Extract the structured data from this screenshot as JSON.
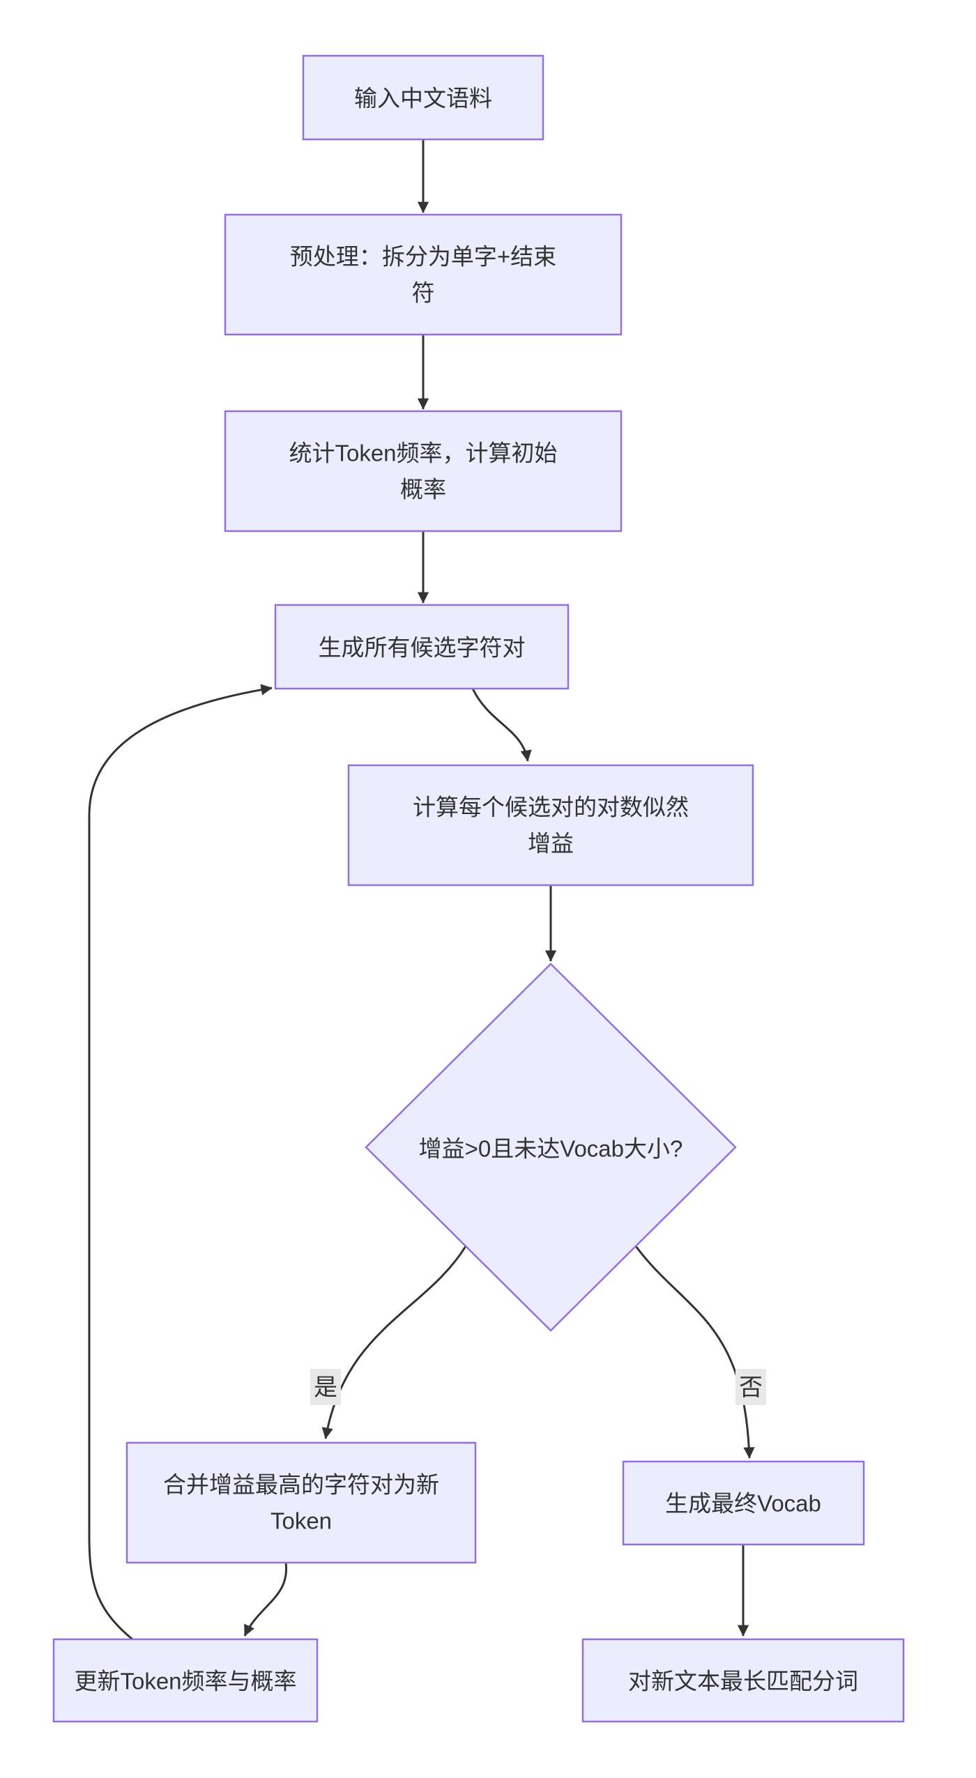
{
  "diagram": {
    "type": "flowchart-top-down",
    "background_color": "#ffffff",
    "node_fill_color": "#ECECFF",
    "node_border_color": "#9370DB",
    "edge_color": "#333333",
    "text_color": "#333333",
    "edge_label_background_color": "#e8e8e8"
  },
  "nodes": {
    "input": {
      "lines": [
        "输入中文语料"
      ]
    },
    "preprocess": {
      "lines": [
        "预处理：拆分为单字+结束",
        "符"
      ]
    },
    "count_freq": {
      "lines": [
        "统计Token频率，计算初始",
        "概率"
      ]
    },
    "generate_pairs": {
      "lines": [
        "生成所有候选字符对"
      ]
    },
    "compute_gain": {
      "lines": [
        "计算每个候选对的对数似然",
        "增益"
      ]
    },
    "decision": {
      "lines": [
        "增益>0且未达Vocab大小?"
      ]
    },
    "merge_token": {
      "lines": [
        "合并增益最高的字符对为新",
        "Token"
      ]
    },
    "final_vocab": {
      "lines": [
        "生成最终Vocab"
      ]
    },
    "update_freq": {
      "lines": [
        "更新Token频率与概率"
      ]
    },
    "segment_text": {
      "lines": [
        "对新文本最长匹配分词"
      ]
    }
  },
  "edge_labels": {
    "yes": "是",
    "no": "否"
  }
}
